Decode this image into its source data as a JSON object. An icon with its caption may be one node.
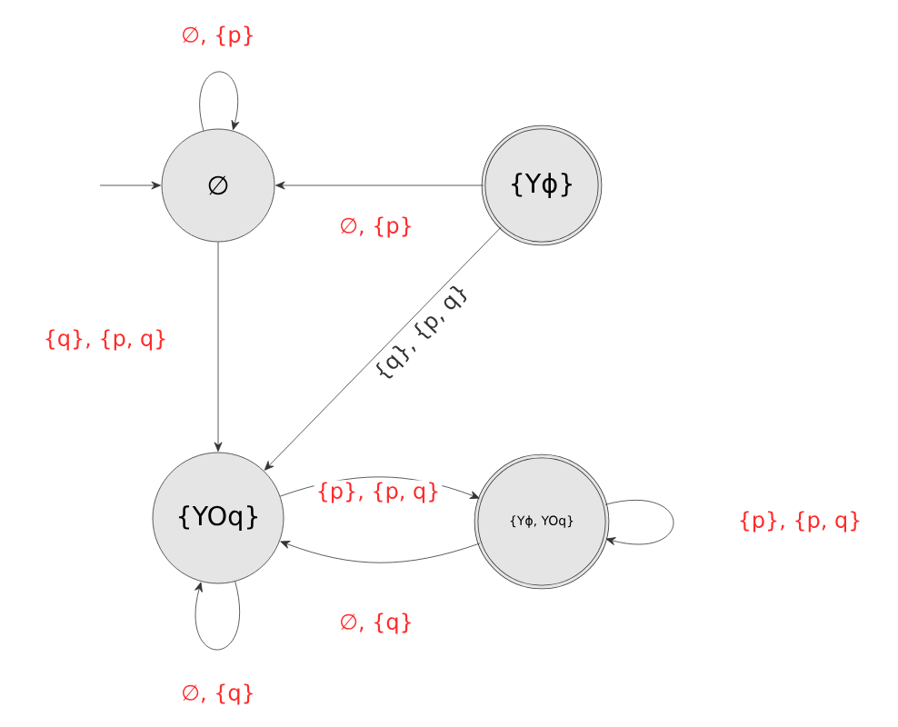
{
  "diagram": {
    "nodes": [
      {
        "text": [
          "∅"
        ]
      },
      {
        "text": [
          "{Yϕ}"
        ]
      },
      {
        "text": [
          "{YOq}"
        ]
      },
      {
        "text": [
          "{Yϕ, YOq}"
        ]
      }
    ],
    "edges": [
      {
        "from": null,
        "to": 0,
        "arrow": "to"
      },
      {
        "from": 0,
        "to": 0,
        "arrow": "to",
        "label": "∅, {p}"
      },
      {
        "from": 1,
        "to": 0,
        "arrow": "to",
        "label": "∅, {p}"
      },
      {
        "from": 0,
        "to": 2,
        "arrow": "to",
        "label": "{q}, {p, q}"
      },
      {
        "from": 1,
        "to": 2,
        "arrow": "to",
        "label": "{q}, {p, q}"
      },
      {
        "from": 2,
        "to": 3,
        "arrow": "to",
        "label": "{p}, {p, q}"
      },
      {
        "from": 3,
        "to": 2,
        "arrow": "to",
        "label": "∅, {q}"
      },
      {
        "from": 3,
        "to": 3,
        "arrow": "to",
        "label": "{p}, {p, q}"
      },
      {
        "from": 2,
        "to": 2,
        "arrow": "to",
        "label": "∅, {q}"
      }
    ]
  }
}
